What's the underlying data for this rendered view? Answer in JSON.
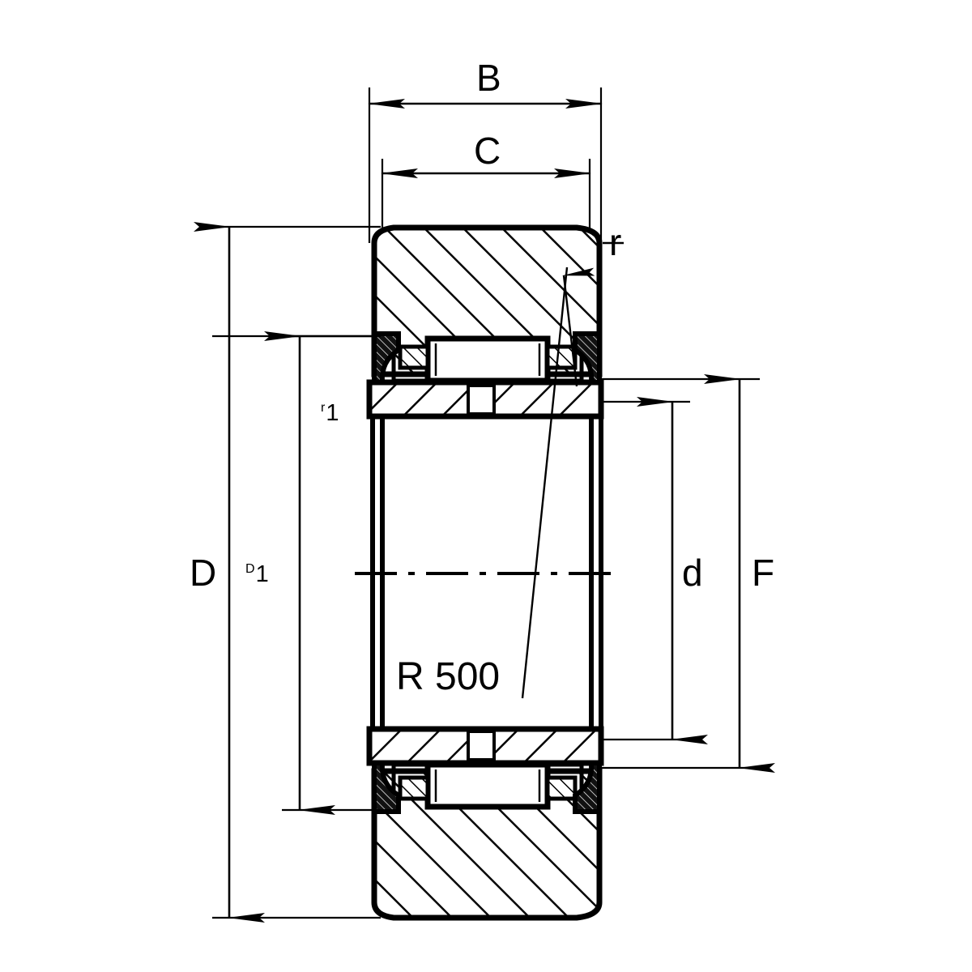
{
  "drawing": {
    "title": "Needle roller bearing cross-section",
    "type": "engineering-cross-section",
    "line_color": "#000000",
    "fill_color": "#ffffff",
    "background": "#ffffff"
  },
  "annotations": {
    "width_overall": "B",
    "width_inner": "C",
    "outer_diameter": "D",
    "outer_raceway_diameter_base": "D",
    "outer_raceway_diameter_sub": "1",
    "bore_diameter": "d",
    "inner_ring_outer_diameter": "F",
    "chamfer_outer": "r",
    "chamfer_inner_base": "r",
    "chamfer_inner_sub": "1",
    "crown_radius": "R 500"
  },
  "dimensions": {
    "B": {
      "label": "B",
      "orientation": "horizontal",
      "position": "top"
    },
    "C": {
      "label": "C",
      "orientation": "horizontal",
      "position": "top"
    },
    "D": {
      "label": "D",
      "orientation": "vertical",
      "position": "left"
    },
    "D1": {
      "label": "D1",
      "orientation": "vertical",
      "position": "left"
    },
    "d": {
      "label": "d",
      "orientation": "vertical",
      "position": "right"
    },
    "F": {
      "label": "F",
      "orientation": "vertical",
      "position": "right"
    },
    "r": {
      "label": "r",
      "orientation": "leader",
      "position": "top-right"
    },
    "r1": {
      "label": "r1",
      "orientation": "leader",
      "position": "left"
    },
    "R500": {
      "label": "R 500",
      "orientation": "leader",
      "position": "center-lower"
    }
  }
}
